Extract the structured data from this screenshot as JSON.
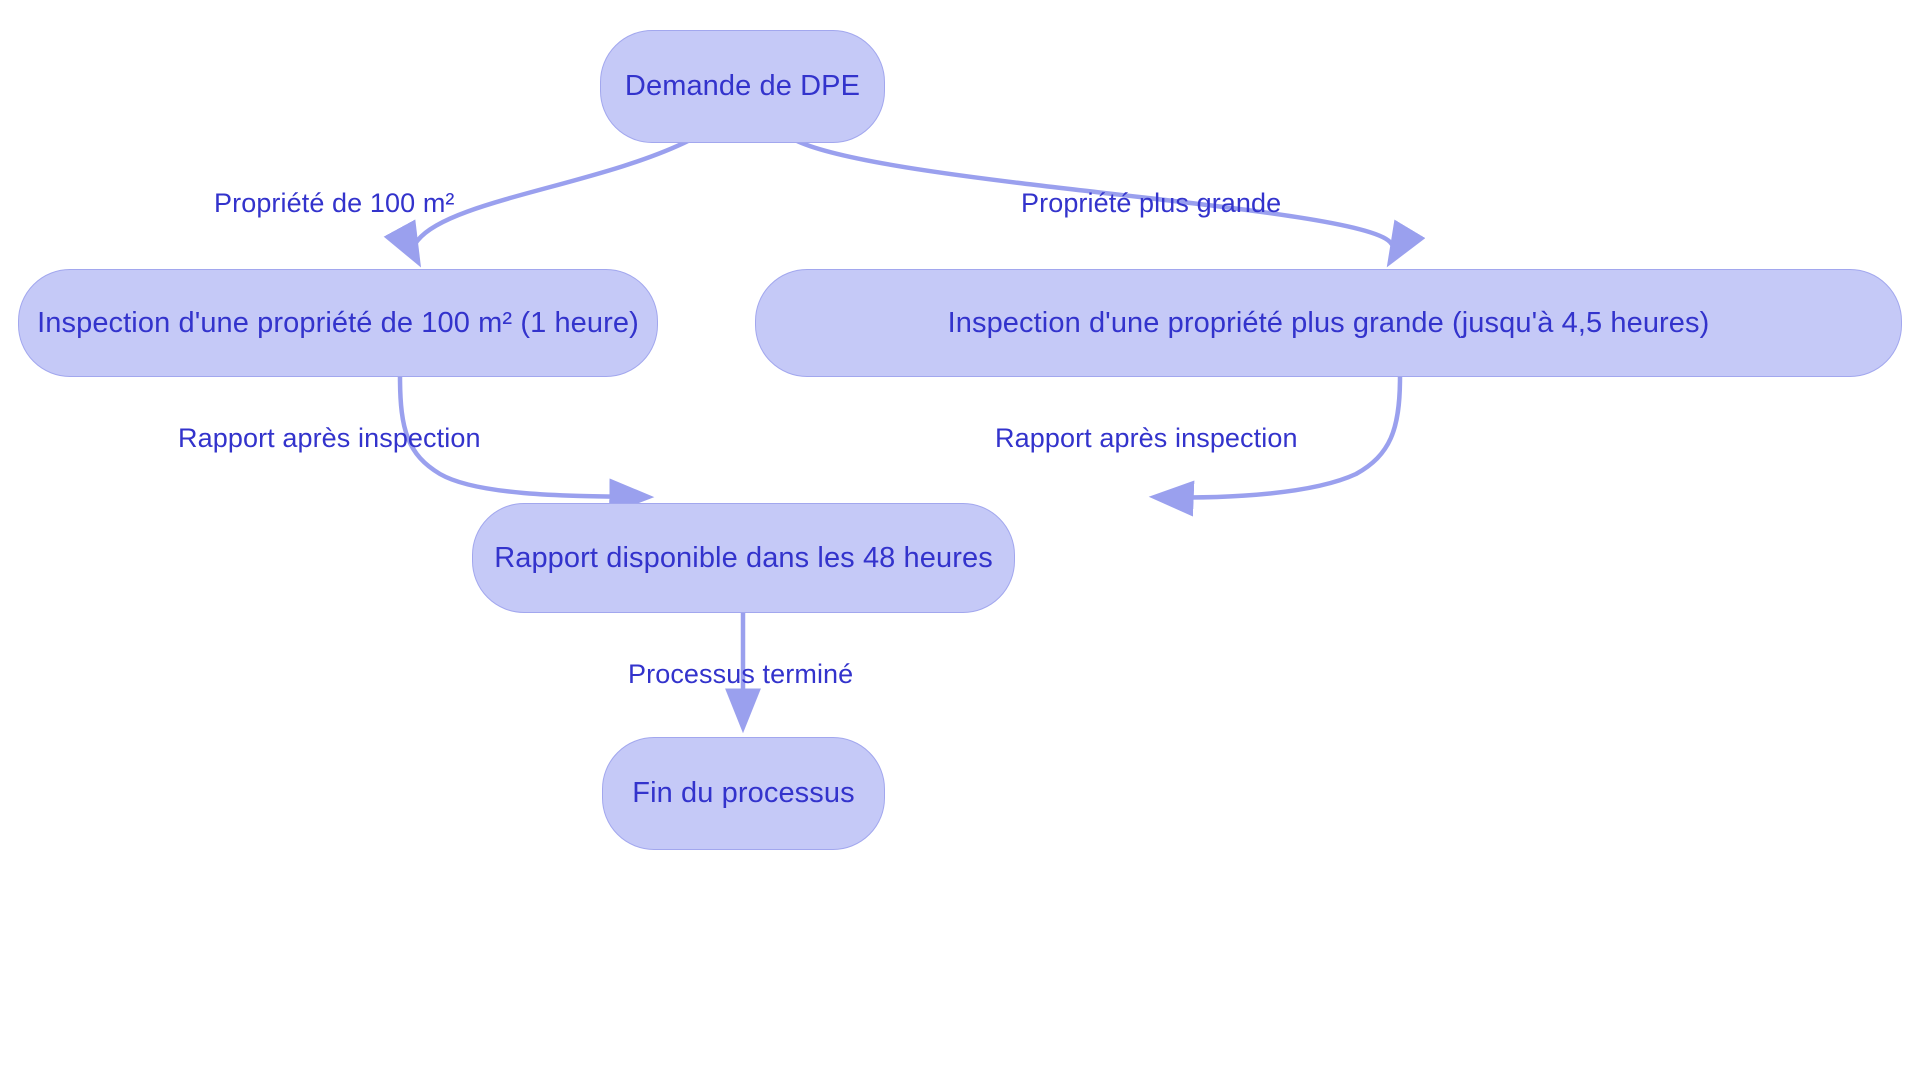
{
  "diagram": {
    "type": "flowchart",
    "direction": "top-down",
    "background_color": "#ffffff",
    "node_fill_color": "#c5c9f7",
    "node_border_color": "#a2a7ee",
    "node_text_color": "#3333cc",
    "edge_color": "#9aa0ee",
    "edge_label_text_color": "#3333cc",
    "nodes": [
      {
        "id": "start",
        "label": "Demande de DPE"
      },
      {
        "id": "inspect_small",
        "label": "Inspection d'une propriété de 100 m² (1 heure)"
      },
      {
        "id": "inspect_large",
        "label": "Inspection d'une propriété plus grande (jusqu'à 4,5 heures)"
      },
      {
        "id": "report",
        "label": "Rapport disponible dans les 48 heures"
      },
      {
        "id": "end",
        "label": "Fin du processus"
      }
    ],
    "edges": [
      {
        "from": "start",
        "to": "inspect_small",
        "label": "Propriété de 100 m²"
      },
      {
        "from": "start",
        "to": "inspect_large",
        "label": "Propriété plus grande"
      },
      {
        "from": "inspect_small",
        "to": "report",
        "label": "Rapport après inspection"
      },
      {
        "from": "inspect_large",
        "to": "report",
        "label": "Rapport après inspection"
      },
      {
        "from": "report",
        "to": "end",
        "label": "Processus terminé"
      }
    ]
  }
}
